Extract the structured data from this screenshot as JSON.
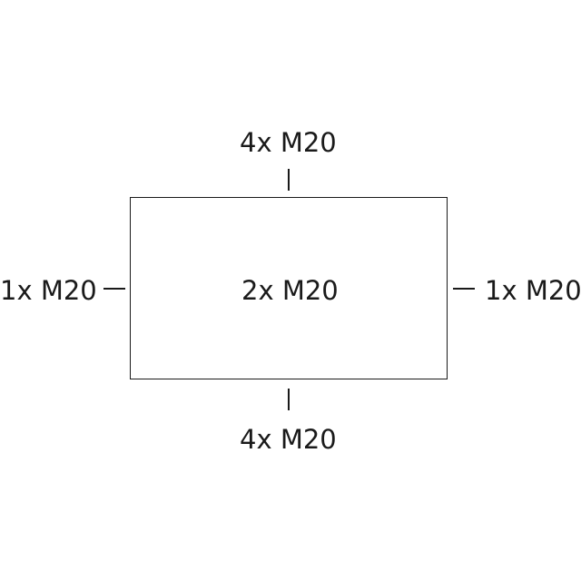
{
  "diagram": {
    "top_label": "4x M20",
    "bottom_label": "4x M20",
    "left_label": "1x M20",
    "right_label": "1x M20",
    "center_label": "2x M20"
  },
  "colors": {
    "line": "#1a1a1a",
    "text": "#1a1a1a",
    "background": "#ffffff"
  }
}
